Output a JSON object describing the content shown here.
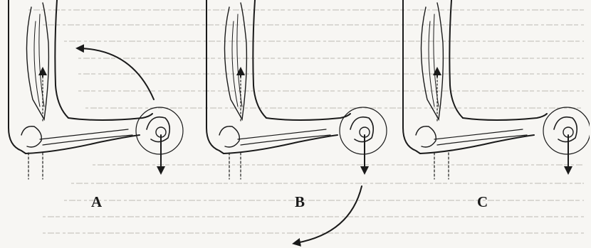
{
  "panels": [
    {
      "label": "A"
    },
    {
      "label": "B"
    },
    {
      "label": "C"
    }
  ],
  "ink_color": "#1a1a1a",
  "bleed_color": "#b9b6b0"
}
